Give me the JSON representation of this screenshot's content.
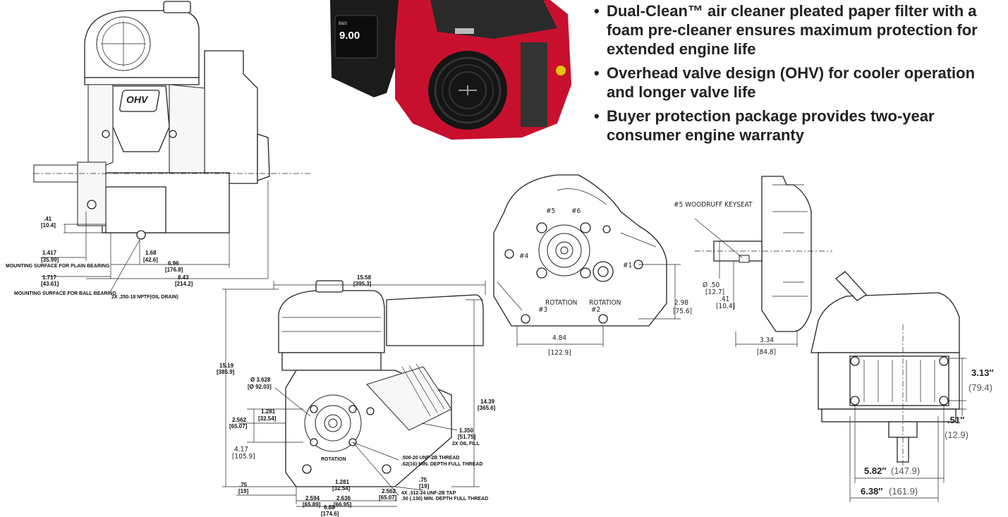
{
  "features": [
    "Dual-Clean™ air cleaner pleated paper filter with a foam pre-cleaner ensures maximum protection for extended engine life",
    "Overhead valve design (OHV) for cooler operation and longer valve life",
    "Buyer protection package provides two-year consumer engine warranty"
  ],
  "engine_photo": {
    "badge_brand": "B&S",
    "badge_value": "9.00",
    "colors": {
      "shroud": "#c8102e",
      "body": "#1b1b1b"
    }
  },
  "front_view": {
    "ohv_logo": "OHV",
    "dims": {
      "d1_in": ".41",
      "d1_mm": "[10.4]",
      "d2_in": "1.417",
      "d2_mm": "[35.99]",
      "d3_in": "1.717",
      "d3_mm": "[43.61]",
      "d4_in": "1.68",
      "d4_mm": "[42.6]",
      "d5_in": "6.96",
      "d5_mm": "[176.8]",
      "d6_in": "8.43",
      "d6_mm": "[214.2]"
    },
    "labels": {
      "plain": "MOUNTING SURFACE FOR PLAIN BEARING",
      "ball": "MOUNTING SURFACE FOR BALL BEARING",
      "drain": "2X .250-18 NPTF(OIL DRAIN)"
    }
  },
  "side_view": {
    "dims": {
      "width_in": "15.58",
      "width_mm": "[395.3]",
      "height_in": "15.19",
      "height_mm": "[385.9]",
      "right_in": "14.39",
      "right_mm": "[365.6]",
      "dia_in": "Ø 3.628",
      "dia_mm": "[Ø 92.03]",
      "a_in": "1.281",
      "a_mm": "[32.54]",
      "b_in": "2.562",
      "b_mm": "[65.07]",
      "c_in": "4.17",
      "c_mm": "[105.9]",
      "oil_in": "1.350",
      "oil_mm": "[51.75]",
      "oil_label": "2X OIL FILL",
      "thread1": ".500-20 UNF-2B THREAD",
      "thread1b": ".62(16) MIN. DEPTH FULL THREAD",
      "e_in": ".75",
      "e_mm": "[19]",
      "f_in": "1.281",
      "f_mm": "[32.54]",
      "g_in": "2.562",
      "g_mm": "[65.07]",
      "h_in": ".75",
      "h_mm": "[19]",
      "tap1": "4X .312-24 UNF-2B TAP",
      "tap2": ".50 (.130) MIN. DEPTH FULL THREAD",
      "j_in": "2.594",
      "j_mm": "[65.89]",
      "k_in": "2.636",
      "k_mm": "[66.95]",
      "l_in": "6.88",
      "l_mm": "[174.6]",
      "rotation": "ROTATION"
    }
  },
  "mount_view": {
    "holes": [
      "#1",
      "#2",
      "#3",
      "#4",
      "#5",
      "#6"
    ],
    "rotation": "ROTATION",
    "w_in": "4.84",
    "w_mm": "[122.9]",
    "h_in": "2.98",
    "h_mm": "[75.6]"
  },
  "shaft_view": {
    "keyseat": "#5 WOODRUFF KEYSEAT",
    "dia_in": "Ø .50",
    "dia_mm": "[12.7]",
    "k_in": ".41",
    "k_mm": "[10.4]",
    "w_in": "3.34",
    "w_mm": "[84.8]"
  },
  "base_view": {
    "a_in": "3.13″",
    "a_mm": "(79.4)",
    "b_in": ".51″",
    "b_mm": "(12.9)",
    "c_in": "5.82″",
    "c_mm": "(147.9)",
    "d_in": "6.38″",
    "d_mm": "(161.9)"
  }
}
